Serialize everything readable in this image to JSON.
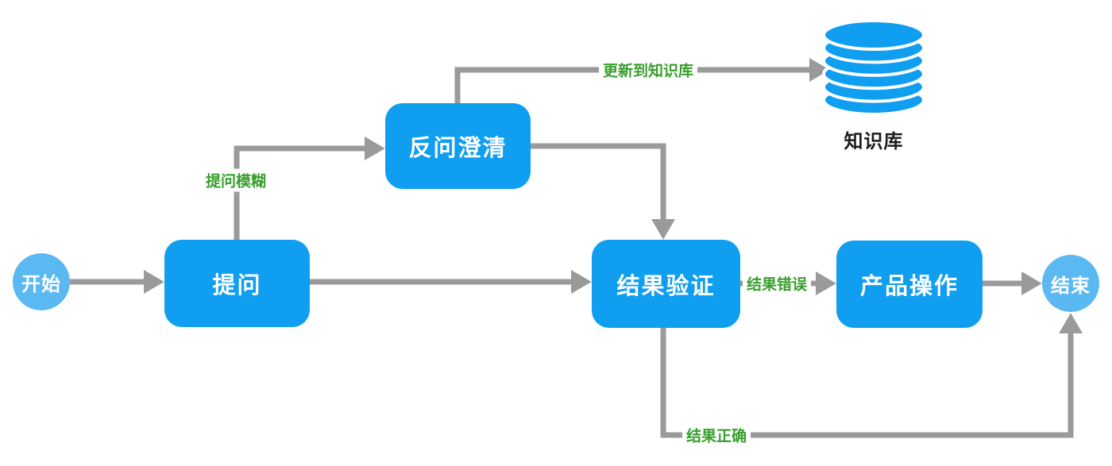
{
  "diagram": {
    "type": "flowchart",
    "colors": {
      "node_fill": "#0f9ef0",
      "terminal_fill": "#5bb9f2",
      "connector": "#9a9a9a",
      "label_green": "#389e2c",
      "label_dark": "#1c1c1c"
    },
    "nodes": {
      "start": {
        "label": "开始",
        "shape": "circle"
      },
      "ask": {
        "label": "提问",
        "shape": "rounded-rect"
      },
      "clarify": {
        "label": "反问澄清",
        "shape": "rounded-rect"
      },
      "verify": {
        "label": "结果验证",
        "shape": "rounded-rect"
      },
      "operate": {
        "label": "产品操作",
        "shape": "rounded-rect"
      },
      "end": {
        "label": "结束",
        "shape": "circle"
      },
      "knowledge_base": {
        "label": "知识库",
        "icon": "database-icon"
      }
    },
    "edge_labels": {
      "vague": "提问模糊",
      "update_kb": "更新到知识库",
      "wrong": "结果错误",
      "correct": "结果正确"
    },
    "edges": [
      {
        "from": "start",
        "to": "ask",
        "label": ""
      },
      {
        "from": "ask",
        "to": "clarify",
        "label": "提问模糊"
      },
      {
        "from": "clarify",
        "to": "knowledge_base",
        "label": "更新到知识库"
      },
      {
        "from": "clarify",
        "to": "verify",
        "label": ""
      },
      {
        "from": "ask",
        "to": "verify",
        "label": ""
      },
      {
        "from": "verify",
        "to": "operate",
        "label": "结果错误"
      },
      {
        "from": "operate",
        "to": "end",
        "label": ""
      },
      {
        "from": "verify",
        "to": "end",
        "label": "结果正确"
      }
    ]
  }
}
